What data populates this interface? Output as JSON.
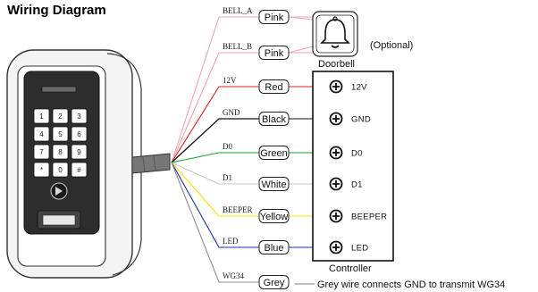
{
  "title": "Wiring Diagram",
  "doorbell": {
    "label": "Doorbell",
    "optional": "(Optional)",
    "icon": "bell-icon"
  },
  "controller": {
    "label": "Controller",
    "terminals": [
      "12V",
      "GND",
      "D0",
      "D1",
      "BEEPER",
      "LED"
    ]
  },
  "wires": [
    {
      "tag": "BELL_A",
      "color_name": "Pink",
      "color": "#f2a3b3"
    },
    {
      "tag": "BELL_B",
      "color_name": "Pink",
      "color": "#f2a3b3"
    },
    {
      "tag": "12V",
      "color_name": "Red",
      "color": "#e0201f"
    },
    {
      "tag": "GND",
      "color_name": "Black",
      "color": "#111111"
    },
    {
      "tag": "D0",
      "color_name": "Green",
      "color": "#16a035"
    },
    {
      "tag": "D1",
      "color_name": "White",
      "color": "#c8c8c8"
    },
    {
      "tag": "BEEPER",
      "color_name": "Yellow",
      "color": "#f5e600"
    },
    {
      "tag": "LED",
      "color_name": "Blue",
      "color": "#1a33a8"
    },
    {
      "tag": "WG34",
      "color_name": "Grey",
      "color": "#8c8c8c"
    }
  ],
  "note": "Grey wire connects GND to transmit WG34",
  "keypad": {
    "keys": [
      "1",
      "2",
      "3",
      "4",
      "5",
      "6",
      "7",
      "8",
      "9",
      "*",
      "0",
      "#"
    ]
  }
}
